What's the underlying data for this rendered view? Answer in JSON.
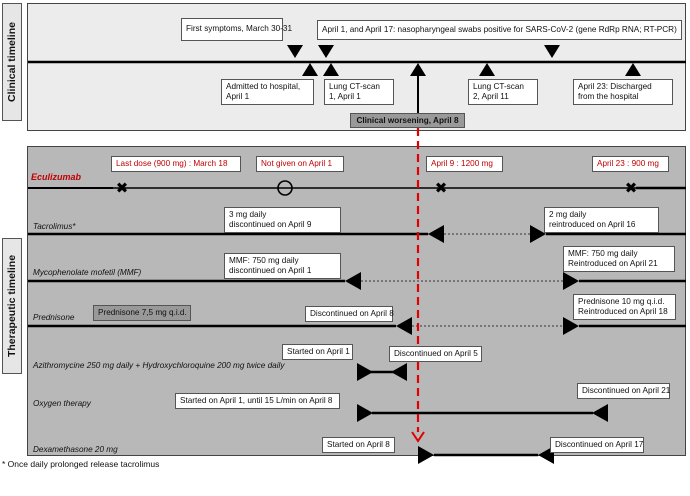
{
  "clinical": {
    "side_label": "Clinical timeline",
    "events_top": [
      "First symptoms, March 30-31",
      "April 1, and April 17: nasopharyngeal swabs positive for SARS-CoV-2 (gene RdRp RNA; RT-PCR)"
    ],
    "events_bottom": [
      "Admitted to hospital, April 1",
      "Lung CT-scan 1, April 1",
      "Lung CT-scan 2, April 11",
      "April 23: Discharged from the hospital"
    ],
    "worsening": "Clinical worsening, April 8"
  },
  "therapeutic": {
    "side_label": "Therapeutic timeline",
    "eculizumab": {
      "name": "Eculizumab",
      "notes": [
        "Last dose (900 mg) : March 18",
        "Not given on April 1",
        "April 9 : 1200 mg",
        "April 23 : 900 mg"
      ]
    },
    "rows": [
      {
        "name": "Tacrolimus*",
        "left_note": "3 mg daily\ndiscontinued on April 9",
        "right_note": "2 mg daily\nreintroduced on April 16"
      },
      {
        "name": "Mycophenolate mofetil (MMF)",
        "left_note": "MMF: 750 mg daily\ndiscontinued on April 1",
        "right_note": "MMF: 750 mg daily\nReintroduced on April 21"
      },
      {
        "name": "Prednisone",
        "dose_note": "Prednisone 7,5 mg q.i.d.",
        "left_note": "Discontinued on April 8",
        "right_note": "Prednisone 10 mg q.i.d.\nReintroduced on April 18"
      },
      {
        "name": "Azithromycine 250 mg daily + Hydroxychloroquine 200 mg twice daily",
        "left_note": "Started on April 1",
        "right_note": "Discontinued on April 5"
      },
      {
        "name": "Oxygen therapy",
        "left_note": "Started on April 1, until 15 L/min on April 8",
        "right_note": "Discontinued on April 21"
      },
      {
        "name": "Dexamethasone 20 mg",
        "left_note": "Started on April 8",
        "right_note": "Discontinued on April 17"
      }
    ]
  },
  "footnote": "* Once daily prolonged release tacrolimus",
  "colors": {
    "accent_red": "#c00000",
    "panel_clinical": "#ececec",
    "panel_therapeutic": "#b8b8b8"
  }
}
